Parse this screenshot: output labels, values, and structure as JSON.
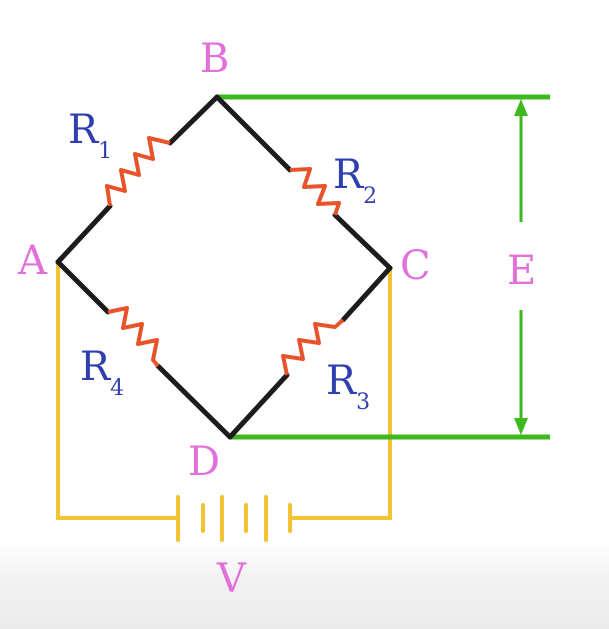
{
  "nodes": {
    "a": "A",
    "b": "B",
    "c": "C",
    "d": "D"
  },
  "resistors": {
    "r1": {
      "main": "R",
      "sub": "1"
    },
    "r2": {
      "main": "R",
      "sub": "2"
    },
    "r3": {
      "main": "R",
      "sub": "3"
    },
    "r4": {
      "main": "R",
      "sub": "4"
    }
  },
  "output_label": "E",
  "supply_label": "V",
  "colors": {
    "bridge_wire": "#1c1c1c",
    "resistor": "#e8532a",
    "output_wire": "#3db81f",
    "supply_wire": "#f2c232",
    "node_label": "#e36fdb",
    "resistor_label": "#2f3fb0"
  }
}
